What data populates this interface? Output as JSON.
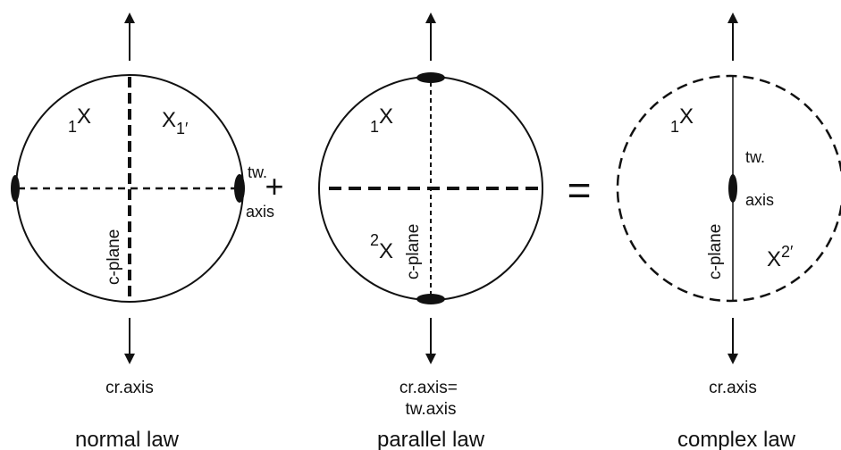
{
  "diagrams": [
    {
      "caption": "normal law",
      "bottom_label": "cr.axis",
      "bottom_label_2": "",
      "plane_label": "c-plane",
      "marker_1": {
        "pre": "1",
        "x": "X"
      },
      "marker_2": {
        "x": "X",
        "sub": "1′"
      },
      "twin_axis_label": {
        "line1": "tw.",
        "line2": "axis"
      }
    },
    {
      "caption": "parallel law",
      "bottom_label": "cr.axis=",
      "bottom_label_2": "tw.axis",
      "plane_label": "c-plane",
      "marker_1": {
        "pre": "1",
        "x": "X"
      },
      "marker_2": {
        "pre": "2",
        "x": "X"
      }
    },
    {
      "caption": "complex law",
      "bottom_label": "cr.axis",
      "bottom_label_2": "",
      "plane_label": "c-plane",
      "marker_1": {
        "pre": "1",
        "x": "X"
      },
      "marker_2": {
        "x": "X",
        "sup": "2′"
      },
      "twin_axis_label": {
        "line1": "tw.",
        "line2": "axis"
      }
    }
  ],
  "operators": {
    "plus": "+",
    "equals": "="
  },
  "colors": {
    "ink": "#111111",
    "background": "#ffffff"
  }
}
